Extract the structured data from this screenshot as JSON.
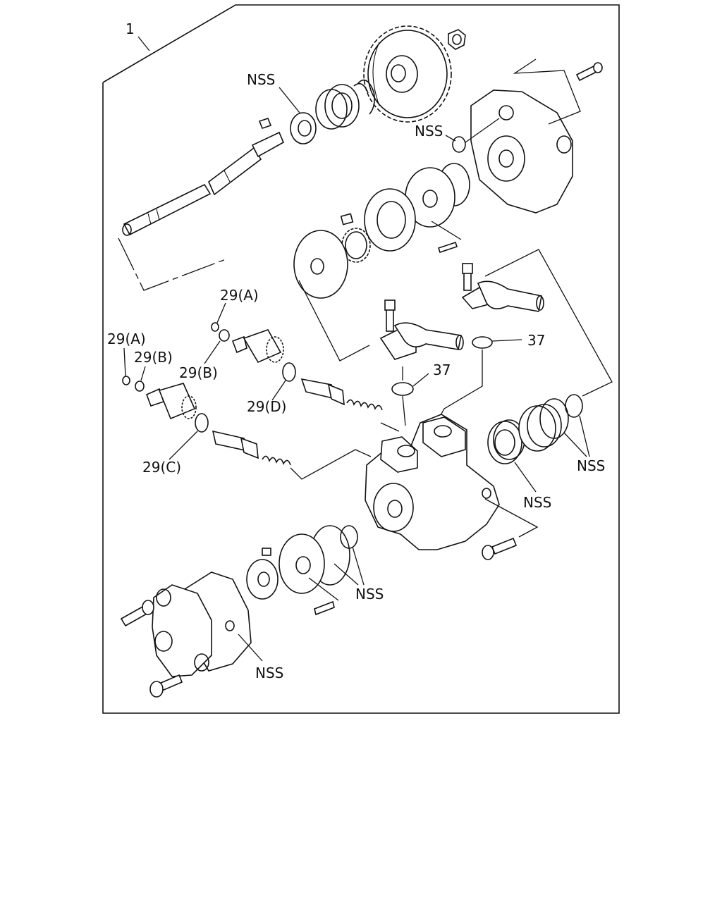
{
  "diagram": {
    "assembly_callout": "1",
    "labels": {
      "nss_gear_seal": "NSS",
      "nss_oring_top": "NSS",
      "nss_right_rings": "NSS",
      "nss_right_bearing": "NSS",
      "nss_front_rings": "NSS",
      "nss_cover_gasket": "NSS",
      "oring_29a_top": "29(A)",
      "oring_29b_top": "29(B)",
      "oring_29d": "29(D)",
      "oring_29a_left": "29(A)",
      "oring_29b_left": "29(B)",
      "oring_29c": "29(C)",
      "oring_37_upper": "37",
      "oring_37_lower": "37"
    }
  }
}
